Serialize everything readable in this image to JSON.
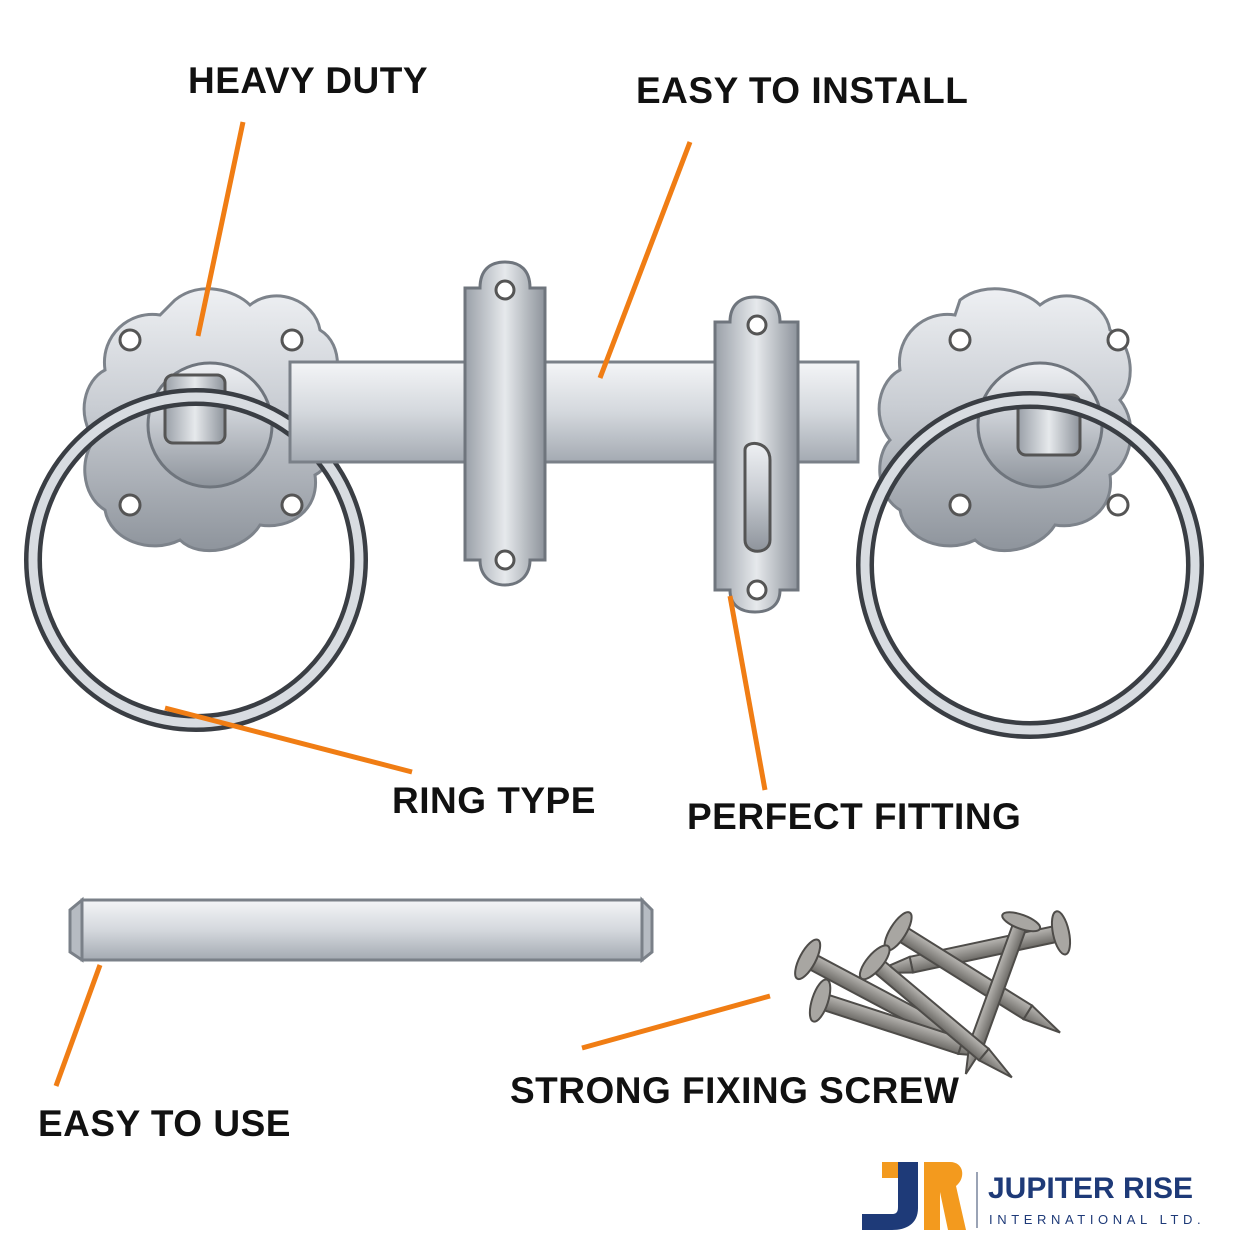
{
  "callouts": {
    "heavy_duty": "HEAVY DUTY",
    "easy_to_install": "EASY TO INSTALL",
    "ring_type": "RING TYPE",
    "perfect_fitting": "PERFECT FITTING",
    "easy_to_use": "EASY TO USE",
    "strong_fixing_screw": "STRONG FIXING SCREW"
  },
  "brand": {
    "name": "JUPITER RISE",
    "subtitle": "INTERNATIONAL LTD.",
    "monogram": "JR"
  },
  "colors": {
    "leader_line": "#f07d14",
    "label_text": "#111111",
    "brand_navy": "#1e3a78",
    "brand_orange": "#f39a1e",
    "metal": "#c8ccd2"
  }
}
